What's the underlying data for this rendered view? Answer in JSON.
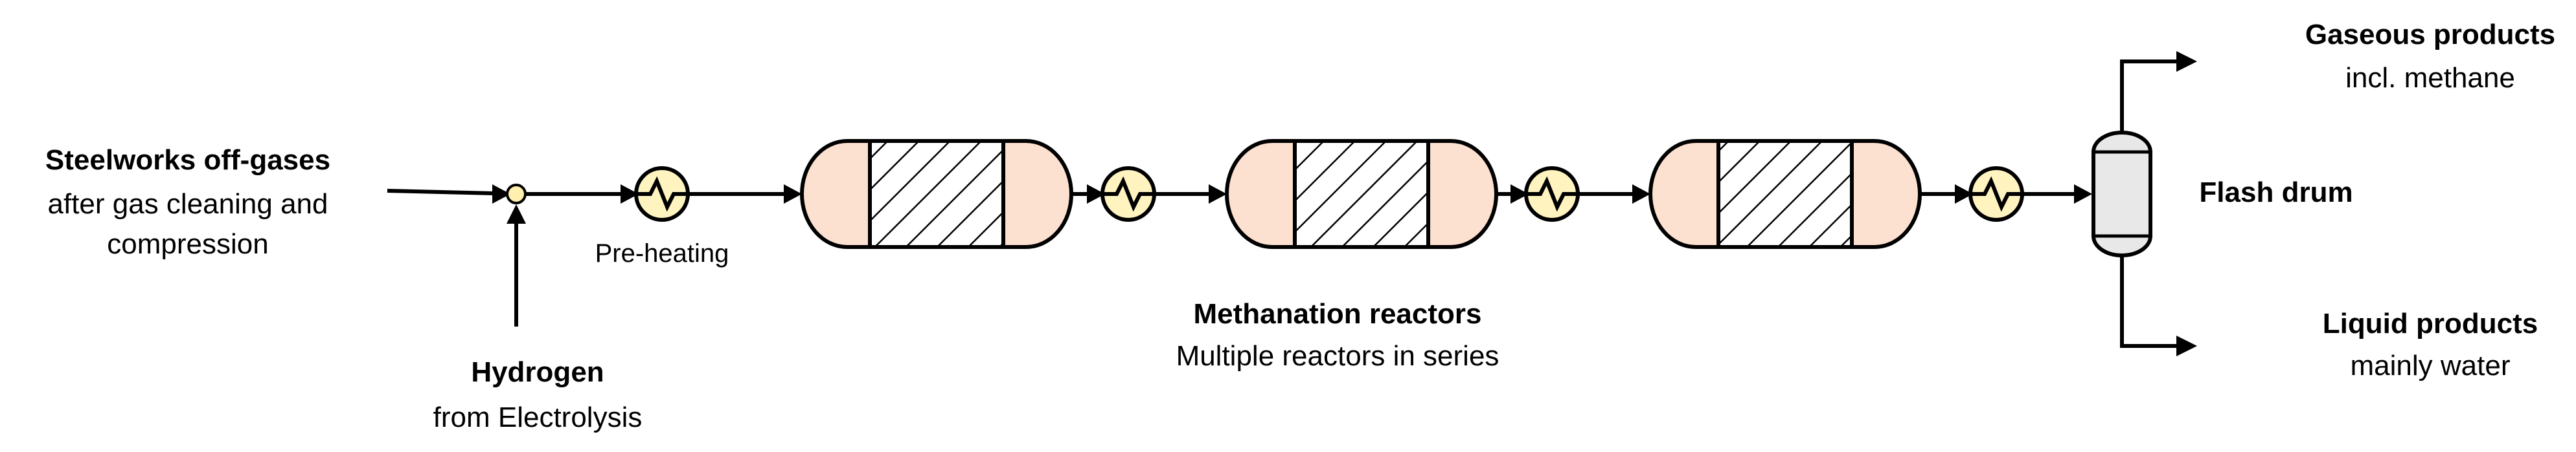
{
  "colors": {
    "line": "#000000",
    "reactor_fill": "#fce0d0",
    "exchanger_fill": "#fff4c0",
    "mixer_fill": "#fff0b0",
    "drum_fill": "#e8e8e8"
  },
  "feed": {
    "title": "Steelworks off-gases",
    "line1": "after gas cleaning and",
    "line2": "compression"
  },
  "hydrogen": {
    "title": "Hydrogen",
    "subtitle": "from Electrolysis"
  },
  "preheating": {
    "label": "Pre-heating"
  },
  "reactors": {
    "title": "Methanation reactors",
    "subtitle": "Multiple reactors in series"
  },
  "flash_drum": {
    "label": "Flash drum"
  },
  "gaseous": {
    "title": "Gaseous products",
    "subtitle": "incl. methane"
  },
  "liquid": {
    "title": "Liquid products",
    "subtitle": "mainly water"
  }
}
